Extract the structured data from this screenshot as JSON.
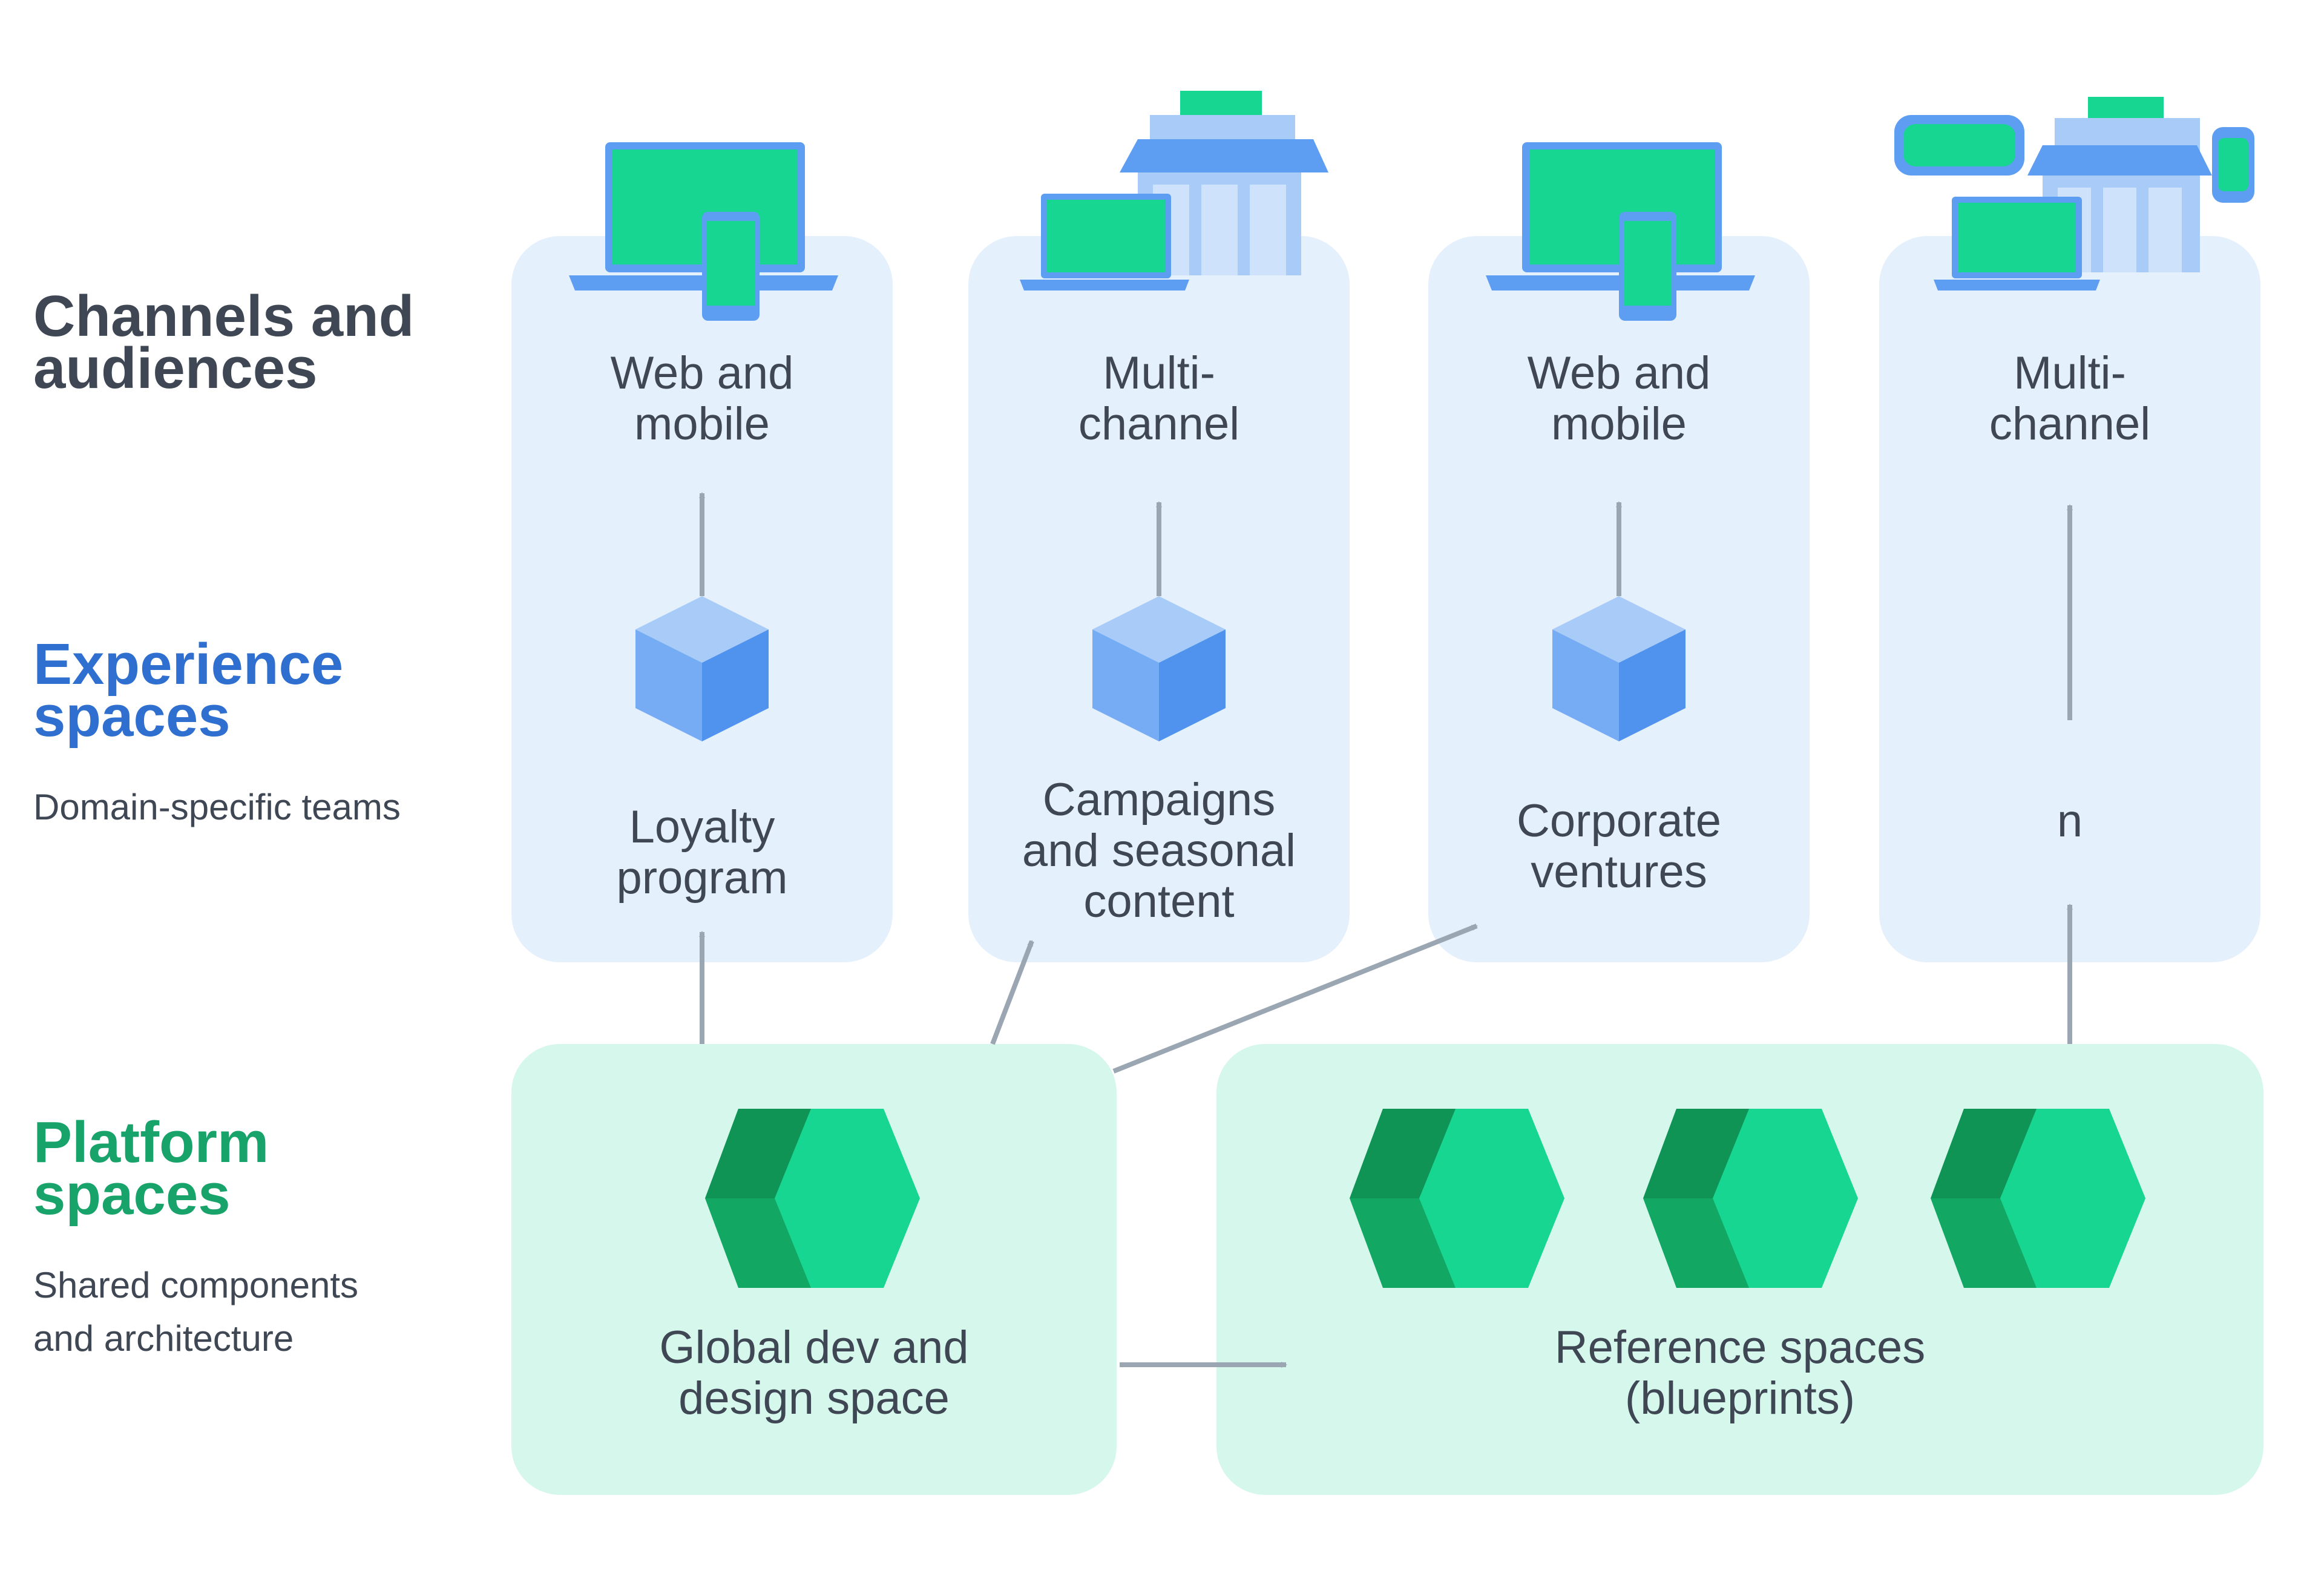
{
  "rows": {
    "channels": {
      "title": "Channels and\naudiences"
    },
    "experience": {
      "title": "Experience\nspaces",
      "subtitle": "Domain-specific teams"
    },
    "platform": {
      "title": "Platform\nspaces",
      "subtitle": "Shared components\nand architecture"
    }
  },
  "columns": [
    {
      "channel": "Web and\nmobile",
      "space": "Loyalty\nprogram",
      "channel_icon": "laptop-phone-icon"
    },
    {
      "channel": "Multi-\nchannel",
      "space": "Campaigns\nand seasonal\ncontent",
      "channel_icon": "laptop-store-icon"
    },
    {
      "channel": "Web and\nmobile",
      "space": "Corporate\nventures",
      "channel_icon": "laptop-phone-icon"
    },
    {
      "channel": "Multi-\nchannel",
      "space": "n",
      "channel_icon": "vr-store-laptop-watch-icon"
    }
  ],
  "platform": {
    "global": "Global dev and\ndesign space",
    "reference": "Reference spaces\n(blueprints)"
  },
  "colors": {
    "dark_text": "#3e4753",
    "experience_blue": "#2f6fcf",
    "platform_green": "#17a36a",
    "column_panel": "#e5f0fd",
    "platform_panel": "#d6f7ec",
    "arrow": "#9aa6b2",
    "cube_blue": "#5e9ef2",
    "cube_green": "#17d692"
  }
}
